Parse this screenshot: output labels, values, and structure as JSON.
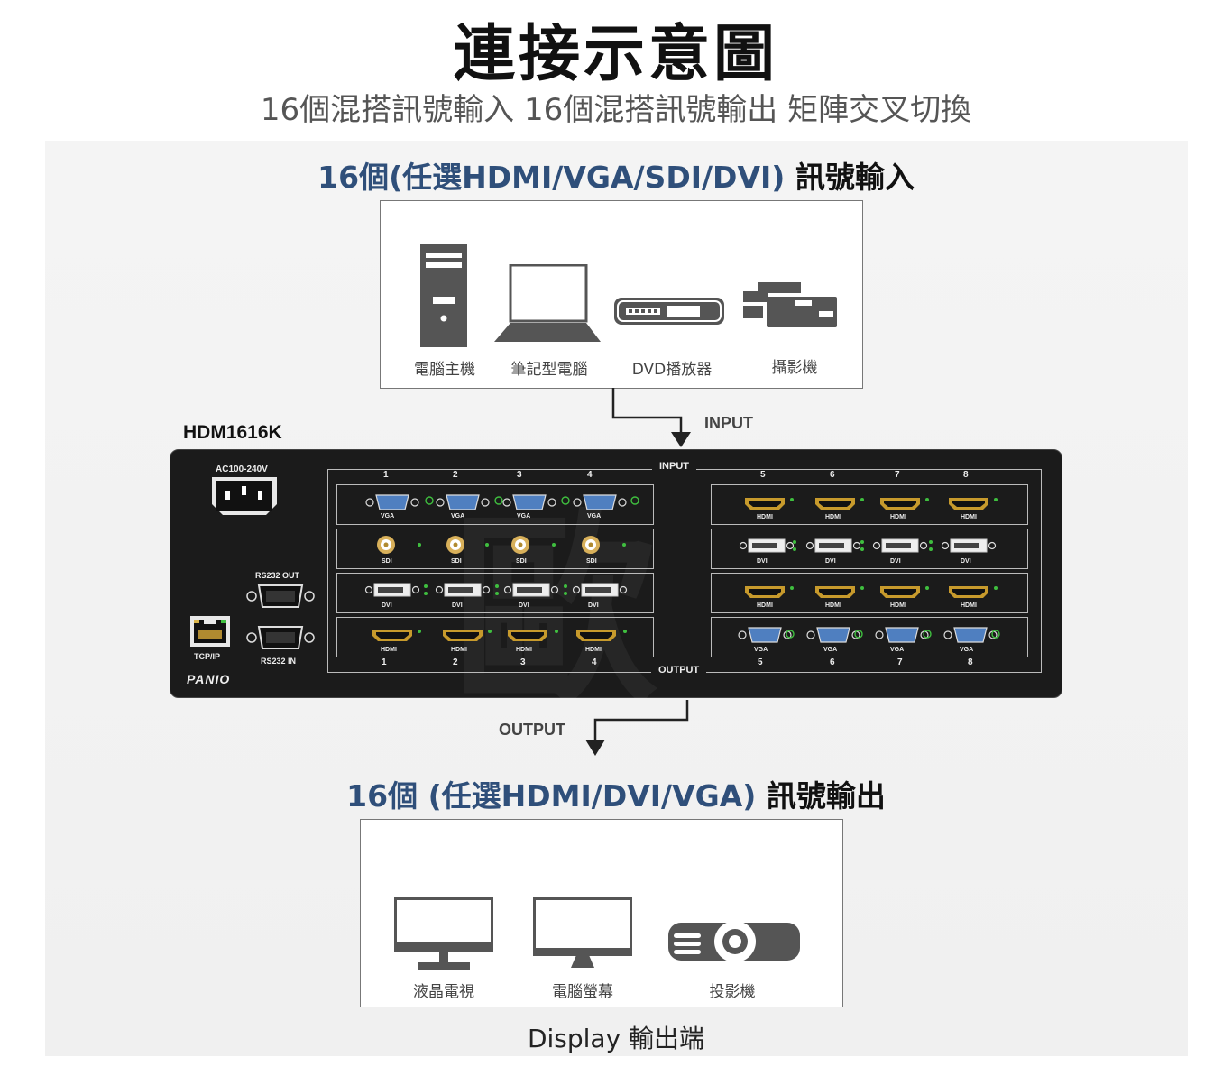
{
  "title": "連接示意圖",
  "subtitle": "16個混搭訊號輸入 16個混搭訊號輸出 矩陣交叉切換",
  "input_section": {
    "heading_blue": "16個(任選HDMI/VGA/SDI/DVI)",
    "heading_black": "訊號輸入",
    "devices": [
      {
        "icon": "desktop-pc-icon",
        "label": "電腦主機"
      },
      {
        "icon": "laptop-icon",
        "label": "筆記型電腦"
      },
      {
        "icon": "dvd-player-icon",
        "label": "DVD播放器"
      },
      {
        "icon": "video-camera-icon",
        "label": "攝影機"
      }
    ],
    "flow_label": "INPUT"
  },
  "device": {
    "model": "HDM1616K",
    "power_label": "AC100-240V",
    "rs232_out": "RS232 OUT",
    "rs232_in": "RS232 IN",
    "tcpip": "TCP/IP",
    "brand": "PANIO",
    "input_tag": "INPUT",
    "output_tag": "OUTPUT",
    "left_numbers": [
      "1",
      "2",
      "3",
      "4"
    ],
    "right_numbers": [
      "5",
      "6",
      "7",
      "8"
    ],
    "left_rows": [
      [
        "VGA",
        "VGA",
        "VGA",
        "VGA"
      ],
      [
        "SDI",
        "SDI",
        "SDI",
        "SDI"
      ],
      [
        "DVI",
        "DVI",
        "DVI",
        "DVI"
      ],
      [
        "HDMI",
        "HDMI",
        "HDMI",
        "HDMI"
      ]
    ],
    "right_rows": [
      [
        "HDMI",
        "HDMI",
        "HDMI",
        "HDMI"
      ],
      [
        "DVI",
        "DVI",
        "DVI",
        "DVI"
      ],
      [
        "HDMI",
        "HDMI",
        "HDMI",
        "HDMI"
      ],
      [
        "VGA",
        "VGA",
        "VGA",
        "VGA"
      ]
    ],
    "watermark": "歐瑞"
  },
  "output_section": {
    "flow_label": "OUTPUT",
    "heading_blue": "16個 (任選HDMI/DVI/VGA)",
    "heading_black": "訊號輸出",
    "devices": [
      {
        "icon": "lcd-tv-icon",
        "label": "液晶電視"
      },
      {
        "icon": "monitor-icon",
        "label": "電腦螢幕"
      },
      {
        "icon": "projector-icon",
        "label": "投影機"
      }
    ],
    "caption": "Display 輸出端"
  },
  "colors": {
    "heading_blue": "#2f4f7a",
    "icon_gray": "#555555",
    "chassis": "#1b1b1b",
    "hdmi_gold": "#c79a2c",
    "vga_blue": "#4f7fc0",
    "sdi_gold": "#d8b05a",
    "led_green": "#3fbf3f"
  }
}
